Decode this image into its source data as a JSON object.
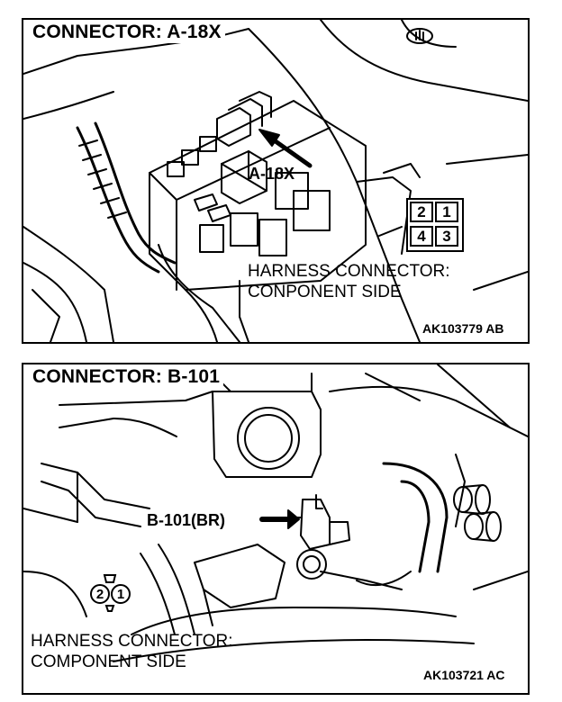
{
  "top_panel": {
    "title": "CONNECTOR: A-18X",
    "callout": "A-18X",
    "pins": [
      "2",
      "1",
      "4",
      "3"
    ],
    "caption_line1": "HARNESS CONNECTOR:",
    "caption_line2": "CONPONENT SIDE",
    "code": "AK103779 AB"
  },
  "bottom_panel": {
    "title": "CONNECTOR: B-101",
    "callout": "B-101(BR)",
    "pins": [
      "2",
      "1"
    ],
    "caption_line1": "HARNESS CONNECTOR:",
    "caption_line2": "COMPONENT SIDE",
    "code": "AK103721 AC"
  }
}
